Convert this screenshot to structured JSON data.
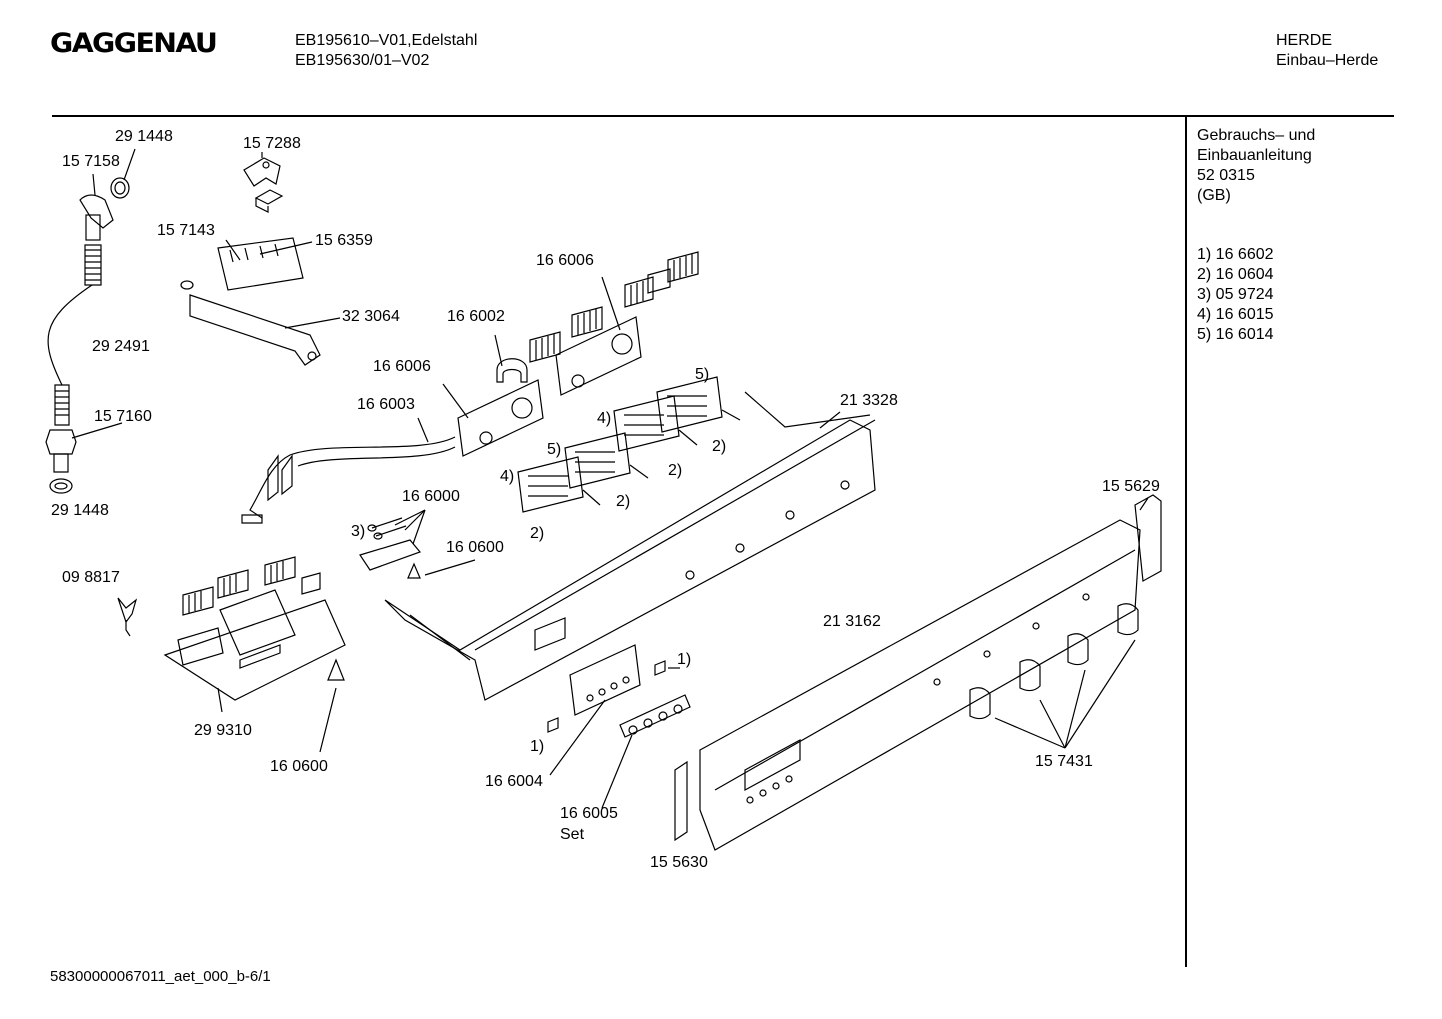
{
  "header": {
    "brand": "GAGGENAU",
    "model_line1": "EB195610–V01,Edelstahl",
    "model_line2": "EB195630/01–V02",
    "category": "HERDE",
    "subcategory": "Einbau–Herde"
  },
  "sidebar": {
    "manual_title_line1": "Gebrauchs– und",
    "manual_title_line2": "Einbauanleitung",
    "manual_number": "52 0315",
    "manual_lang": "(GB)",
    "notes": [
      "1) 16 6602",
      "2) 16 0604",
      "3) 05 9724",
      "4) 16 6015",
      "5) 16 6014"
    ]
  },
  "labels": {
    "p291448a": "29 1448",
    "p157158": "15 7158",
    "p157288": "15 7288",
    "p157143": "15 7143",
    "p156359": "15 6359",
    "p166006a": "16 6006",
    "p166002": "16 6002",
    "p323064": "32 3064",
    "p292491": "29 2491",
    "p166006b": "16 6006",
    "p166003": "16 6003",
    "p157160": "15 7160",
    "p291448b": "29 1448",
    "p213328": "21 3328",
    "p155629": "15 5629",
    "p166000": "16 6000",
    "p160600a": "16 0600",
    "p098817": "09 8817",
    "p213162": "21 3162",
    "p299310": "29 9310",
    "p160600b": "16 0600",
    "p166004": "16 6004",
    "p166005": "16 6005",
    "p166005_set": "Set",
    "p155630": "15 5630",
    "p157431": "15 7431",
    "n5a": "5)",
    "n4a": "4)",
    "n2a": "2)",
    "n5b": "5)",
    "n2b": "2)",
    "n4b": "4)",
    "n2c": "2)",
    "n2d": "2)",
    "n3": "3)",
    "n1a": "1)",
    "n1b": "1)"
  },
  "footer": {
    "doc_id": "58300000067011_aet_000_b-6/1"
  }
}
